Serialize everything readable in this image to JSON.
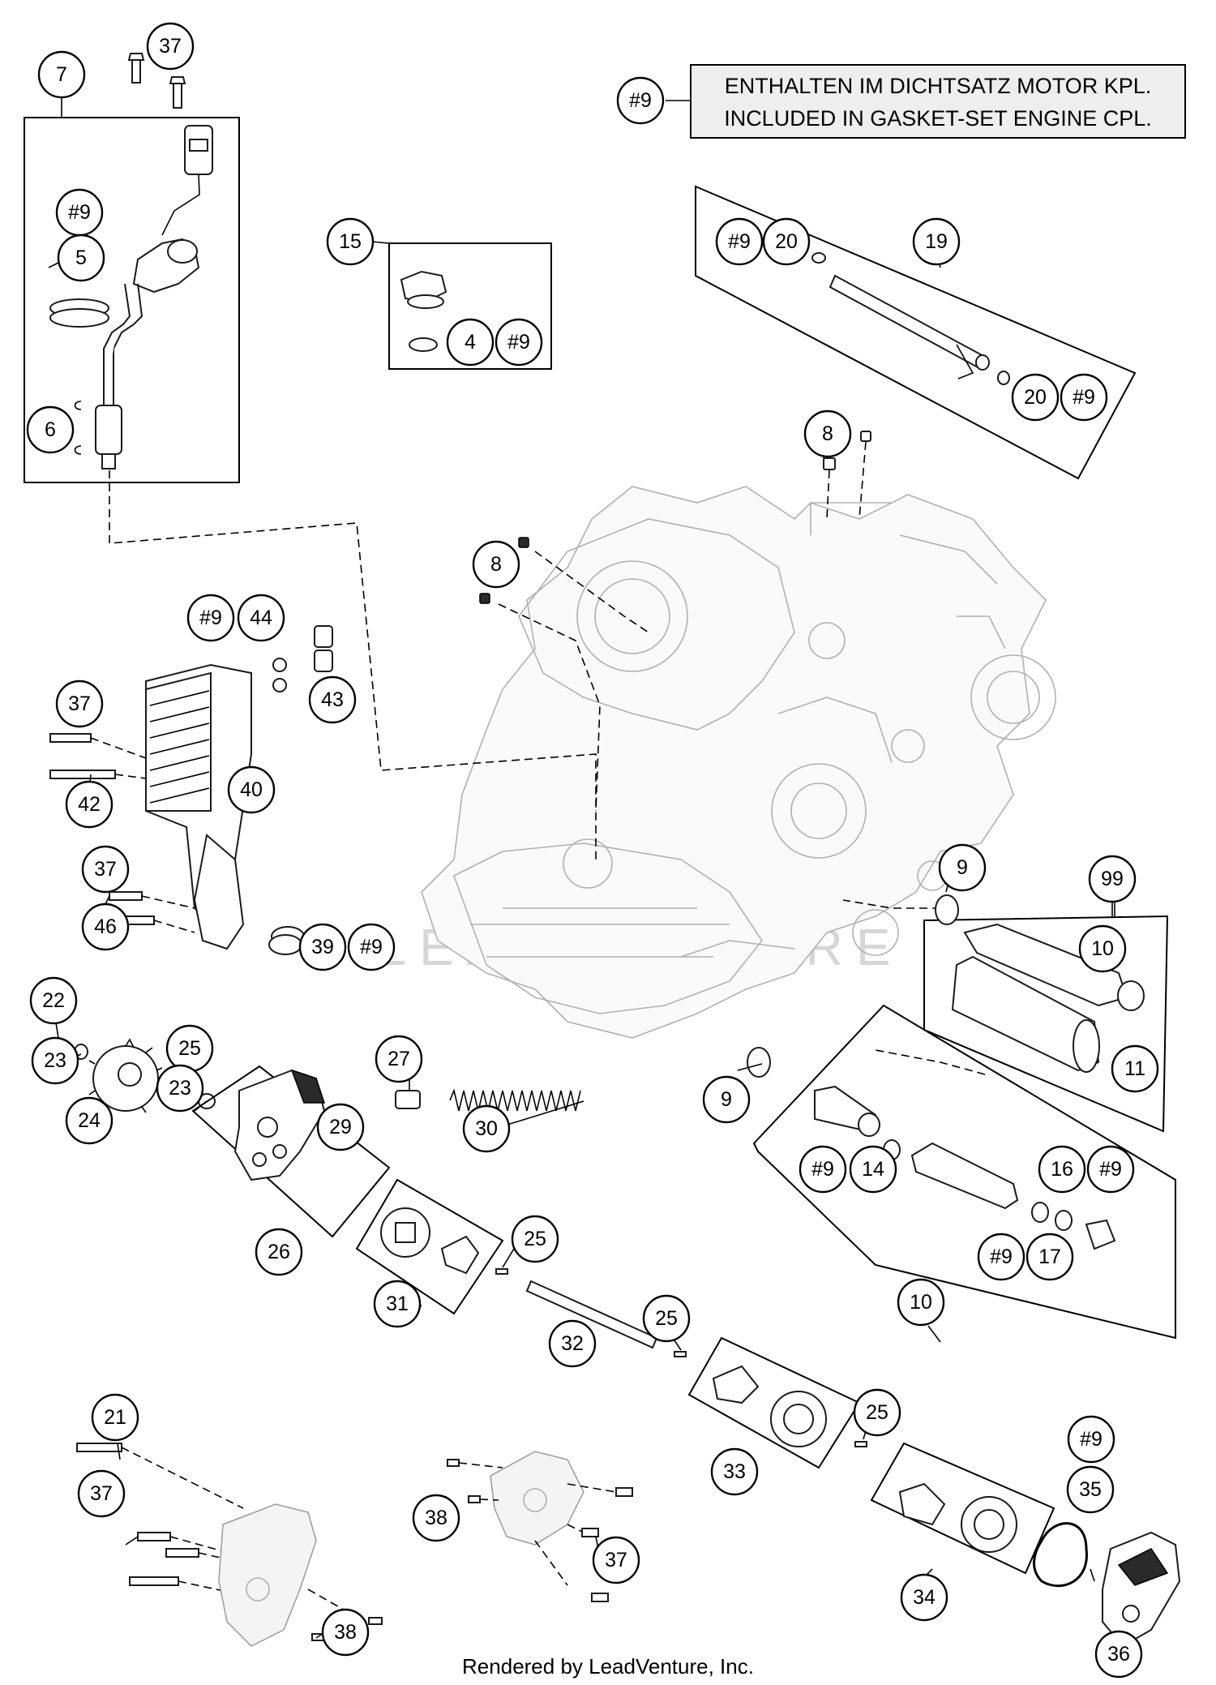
{
  "note": {
    "ref": "#9",
    "line1": "ENTHALTEN IM DICHTSATZ MOTOR KPL.",
    "line2": "INCLUDED IN GASKET-SET ENGINE CPL."
  },
  "callouts": [
    {
      "id": "c-37-top",
      "label": "37"
    },
    {
      "id": "c-7",
      "label": "7"
    },
    {
      "id": "c-9-oilpipe",
      "label": "#9"
    },
    {
      "id": "c-5",
      "label": "5"
    },
    {
      "id": "c-6",
      "label": "6"
    },
    {
      "id": "c-15",
      "label": "15"
    },
    {
      "id": "c-4",
      "label": "4"
    },
    {
      "id": "c-9-plug",
      "label": "#9"
    },
    {
      "id": "c-19",
      "label": "19"
    },
    {
      "id": "c-9-tube-a",
      "label": "#9"
    },
    {
      "id": "c-20-a",
      "label": "20"
    },
    {
      "id": "c-20-b",
      "label": "20"
    },
    {
      "id": "c-9-tube-b",
      "label": "#9"
    },
    {
      "id": "c-8-top",
      "label": "8"
    },
    {
      "id": "c-8-mid",
      "label": "8"
    },
    {
      "id": "c-9-cooler",
      "label": "#9"
    },
    {
      "id": "c-44",
      "label": "44"
    },
    {
      "id": "c-43",
      "label": "43"
    },
    {
      "id": "c-37-cooler",
      "label": "37"
    },
    {
      "id": "c-42",
      "label": "42"
    },
    {
      "id": "c-40",
      "label": "40"
    },
    {
      "id": "c-37-left",
      "label": "37"
    },
    {
      "id": "c-46",
      "label": "46"
    },
    {
      "id": "c-39",
      "label": "39"
    },
    {
      "id": "c-9-oring",
      "label": "#9"
    },
    {
      "id": "c-9-seal-top",
      "label": "9"
    },
    {
      "id": "c-99",
      "label": "99"
    },
    {
      "id": "c-10-filter",
      "label": "10"
    },
    {
      "id": "c-11",
      "label": "11"
    },
    {
      "id": "c-9-seal-bottom",
      "label": "9"
    },
    {
      "id": "c-9-screen",
      "label": "#9"
    },
    {
      "id": "c-14",
      "label": "14"
    },
    {
      "id": "c-16",
      "label": "16"
    },
    {
      "id": "c-9-screen-b",
      "label": "#9"
    },
    {
      "id": "c-9-screen-c",
      "label": "#9"
    },
    {
      "id": "c-17",
      "label": "17"
    },
    {
      "id": "c-10-screen",
      "label": "10"
    },
    {
      "id": "c-22",
      "label": "22"
    },
    {
      "id": "c-23-a",
      "label": "23"
    },
    {
      "id": "c-24",
      "label": "24"
    },
    {
      "id": "c-25-a",
      "label": "25"
    },
    {
      "id": "c-23-b",
      "label": "23"
    },
    {
      "id": "c-27",
      "label": "27"
    },
    {
      "id": "c-30",
      "label": "30"
    },
    {
      "id": "c-29",
      "label": "29"
    },
    {
      "id": "c-26",
      "label": "26"
    },
    {
      "id": "c-25-b",
      "label": "25"
    },
    {
      "id": "c-31",
      "label": "31"
    },
    {
      "id": "c-32",
      "label": "32"
    },
    {
      "id": "c-25-c",
      "label": "25"
    },
    {
      "id": "c-33",
      "label": "33"
    },
    {
      "id": "c-25-d",
      "label": "25"
    },
    {
      "id": "c-9-pump",
      "label": "#9"
    },
    {
      "id": "c-35",
      "label": "35"
    },
    {
      "id": "c-34",
      "label": "34"
    },
    {
      "id": "c-36",
      "label": "36"
    },
    {
      "id": "c-21",
      "label": "21"
    },
    {
      "id": "c-37-pump-left",
      "label": "37"
    },
    {
      "id": "c-38-left",
      "label": "38"
    },
    {
      "id": "c-38-mid",
      "label": "38"
    },
    {
      "id": "c-37-pump-mid",
      "label": "37"
    }
  ],
  "watermark": "LEADVENTURE",
  "footer": "Rendered by LeadVenture, Inc."
}
